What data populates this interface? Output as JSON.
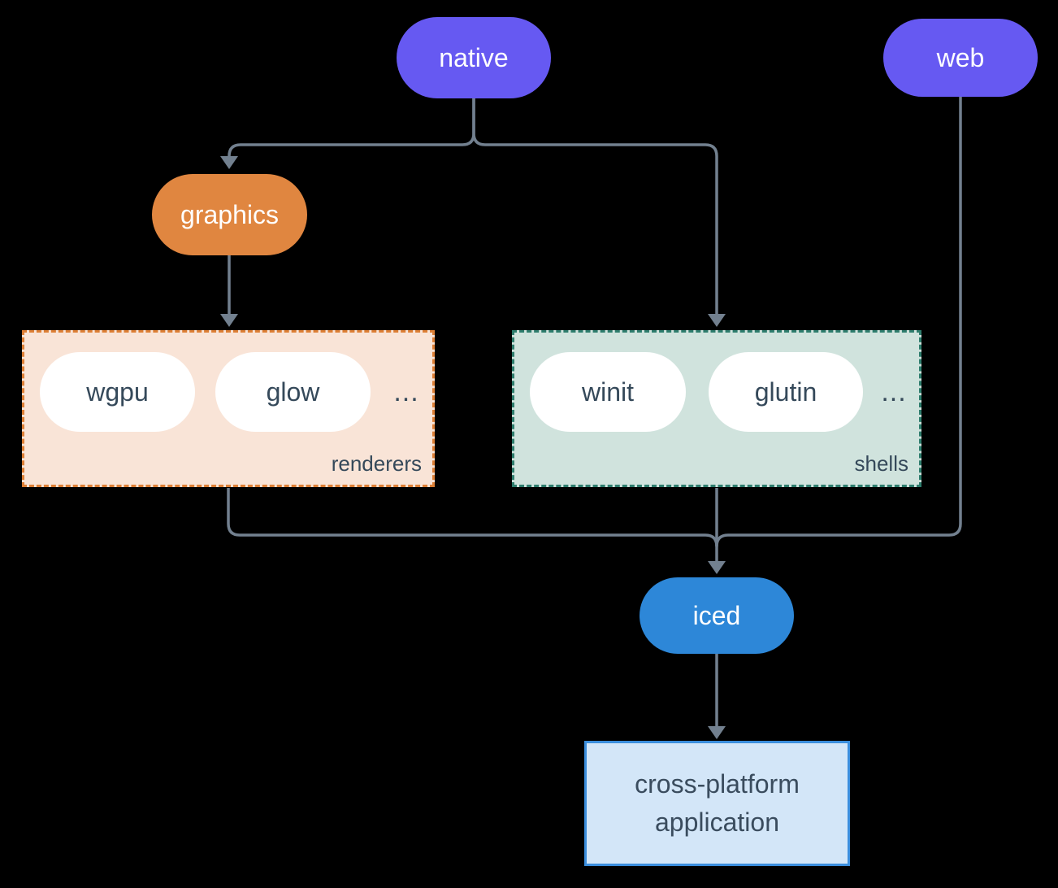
{
  "diagram": {
    "nodes": {
      "native": "native",
      "web": "web",
      "graphics": "graphics",
      "iced": "iced"
    },
    "groups": {
      "renderers": {
        "label": "renderers",
        "items": [
          "wgpu",
          "glow"
        ],
        "ellipsis": "..."
      },
      "shells": {
        "label": "shells",
        "items": [
          "winit",
          "glutin"
        ],
        "ellipsis": "..."
      }
    },
    "application": {
      "line1": "cross-platform",
      "line2": "application"
    },
    "colors": {
      "node_purple": "#6659f2",
      "node_orange": "#e08640",
      "node_blue": "#2d87d8",
      "renderers_fill": "#f9e4d7",
      "renderers_border": "#dd7f35",
      "shells_fill": "#d0e3dd",
      "shells_border": "#2e7d6d",
      "application_fill": "#d3e6f8",
      "application_border": "#3b8edd",
      "connector": "#72808f",
      "dark_text": "#35495a",
      "light_text": "#ffffff",
      "background": "#000000"
    }
  }
}
